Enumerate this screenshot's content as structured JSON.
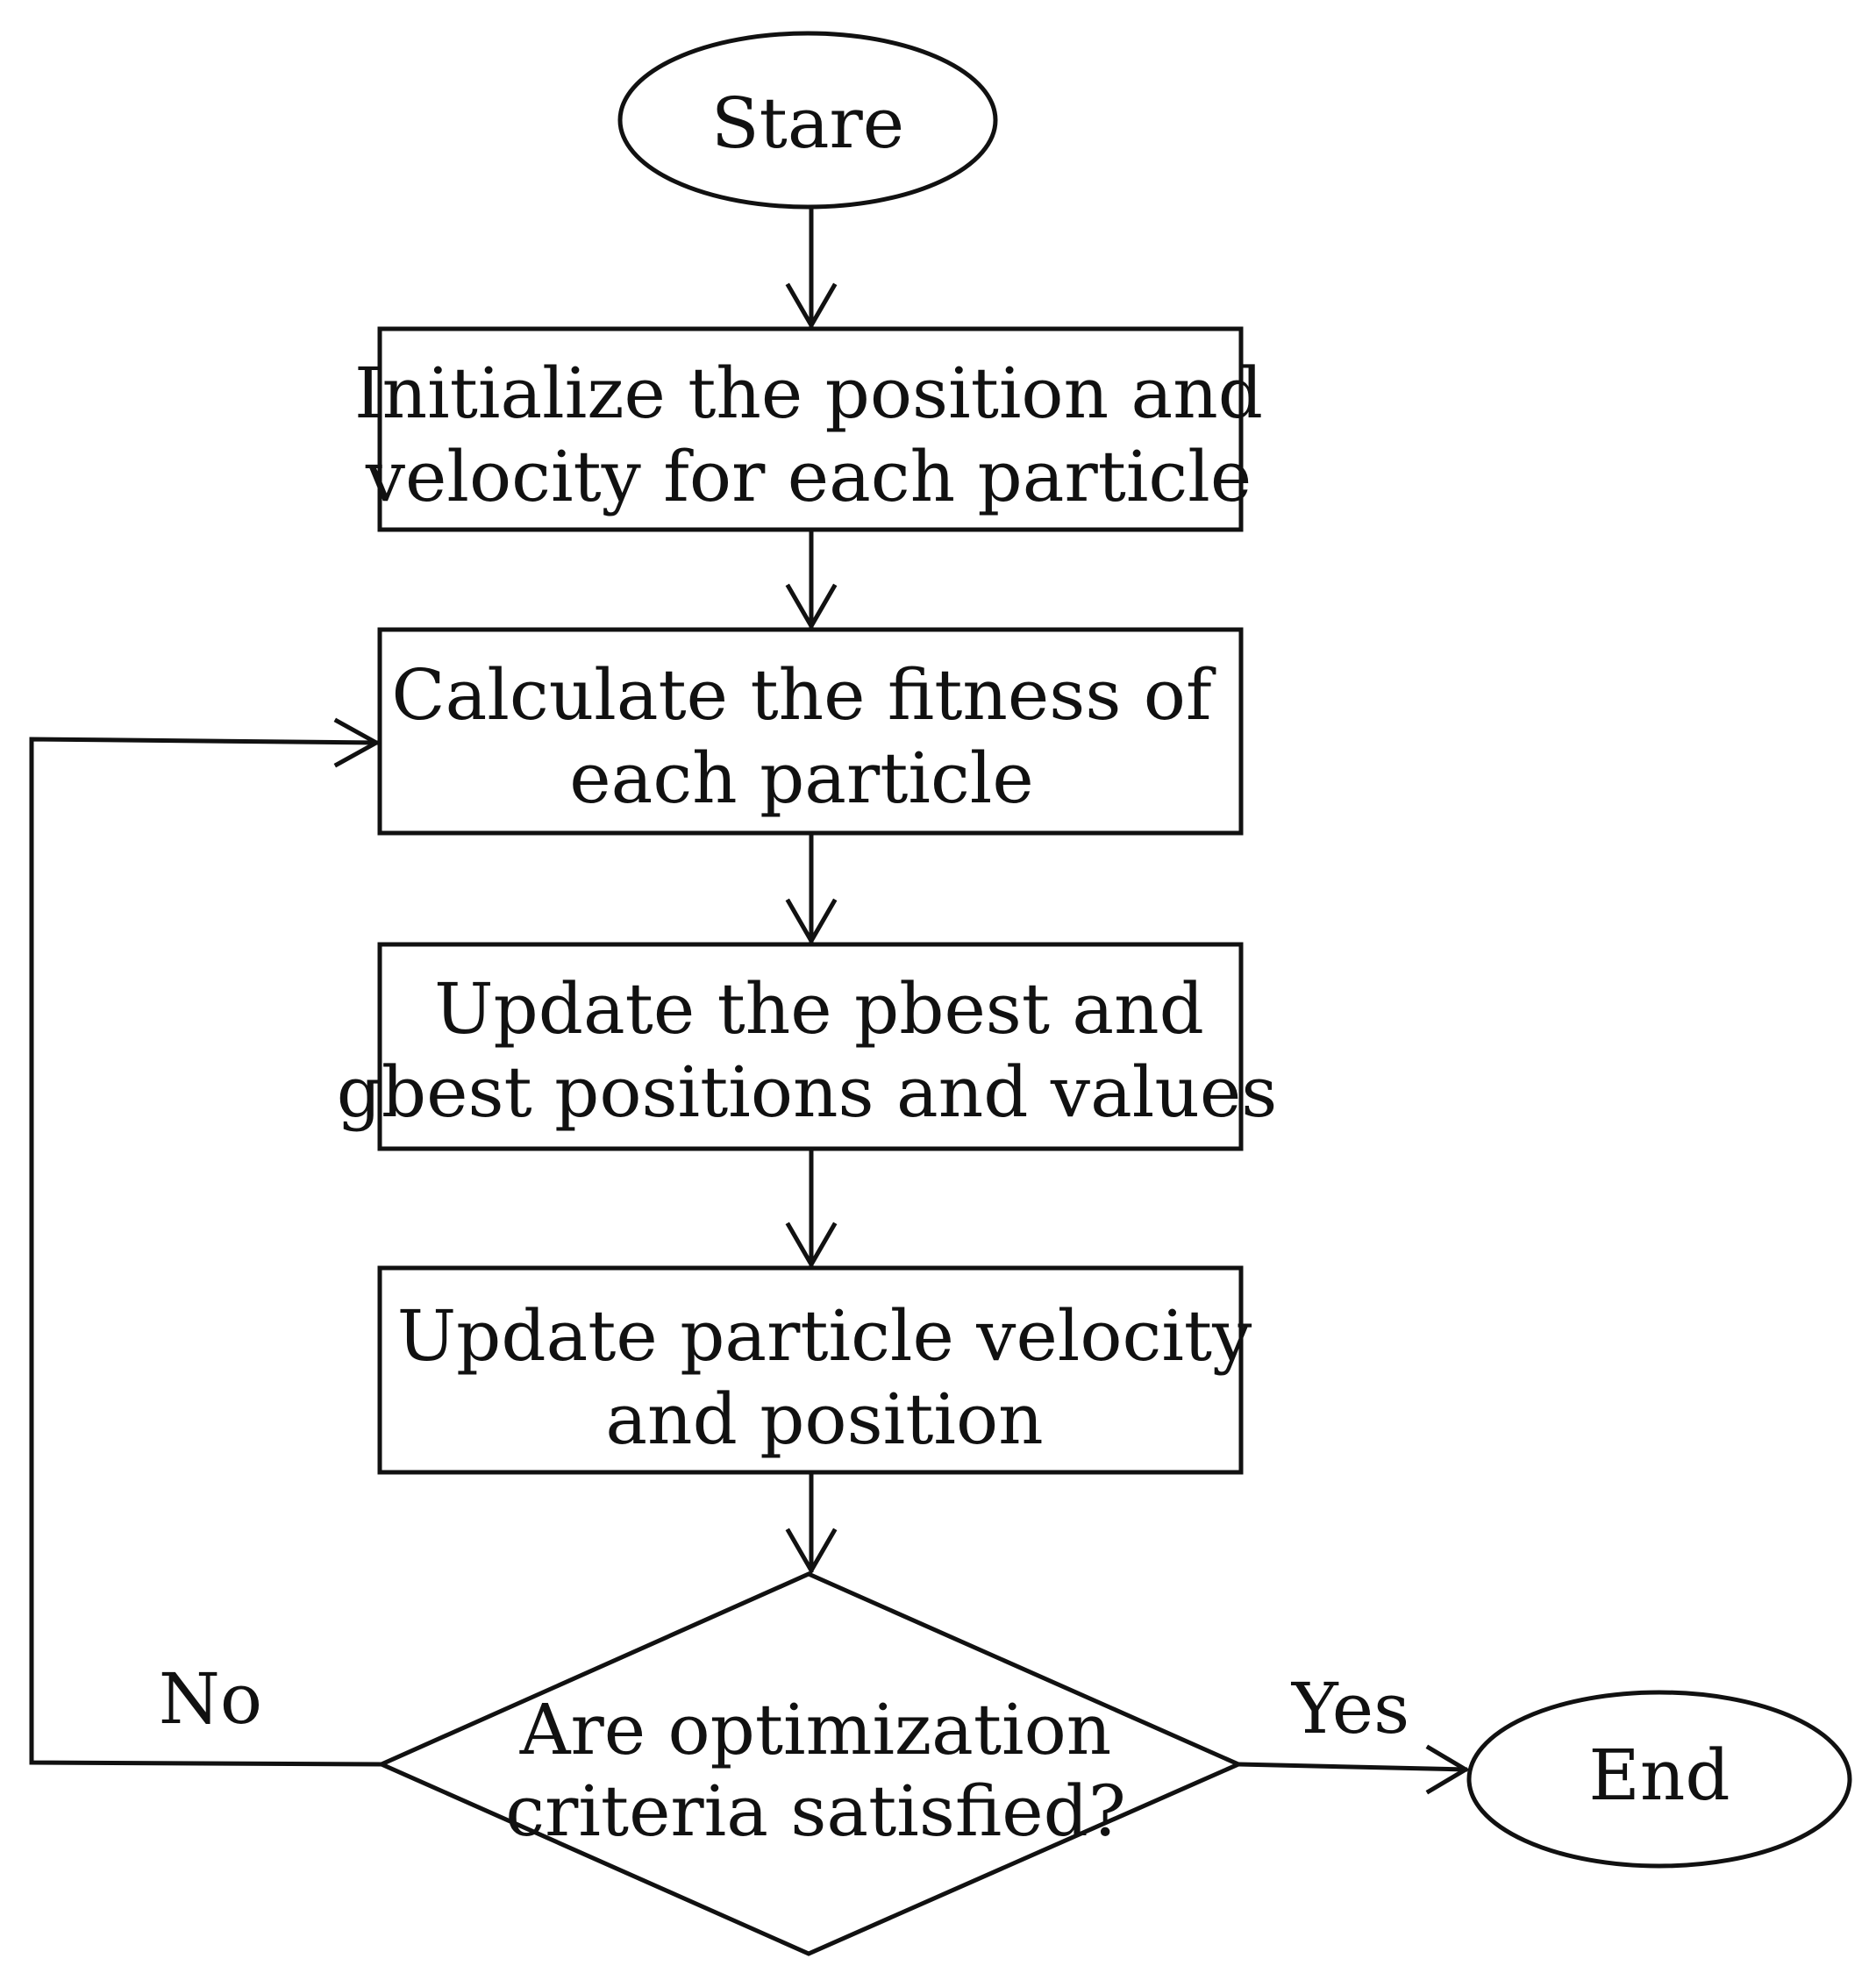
{
  "nodes": {
    "start": {
      "text": "Stare"
    },
    "init": {
      "lines": [
        "Initialize the position and",
        "velocity for each particle"
      ]
    },
    "fitness": {
      "lines": [
        "Calculate the fitness of",
        "each particle"
      ]
    },
    "update_best": {
      "lines": [
        "Update the pbest and",
        "gbest positions and values"
      ]
    },
    "update_particle": {
      "lines": [
        "Update particle velocity",
        "and position"
      ]
    },
    "decision": {
      "lines": [
        "Are optimization",
        "criteria satisfied?"
      ]
    },
    "end": {
      "text": "End"
    }
  },
  "edges": {
    "no_label": "No",
    "yes_label": "Yes"
  }
}
